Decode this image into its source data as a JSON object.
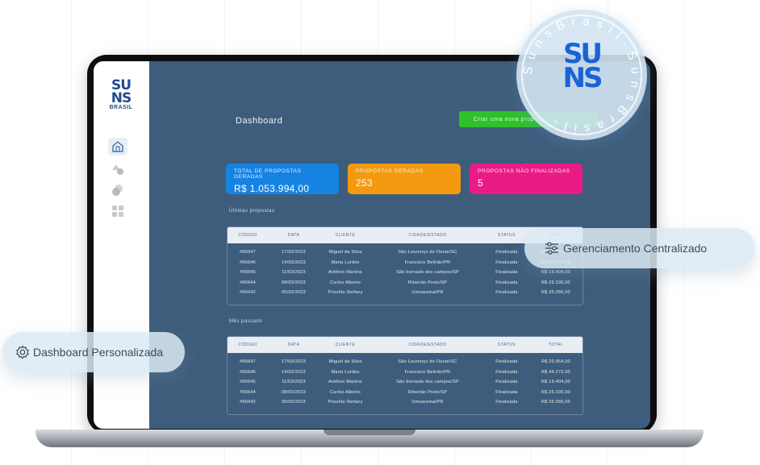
{
  "brand": {
    "logo_text": "SU NS",
    "logo_sub": "BRASIL",
    "seal_text": "S u n s   B r a s i l   -   S u n s   B r a s i l   -",
    "seal_logo": "SU NS"
  },
  "sidebar": {
    "items": [
      {
        "icon": "home-icon",
        "active": true
      },
      {
        "icon": "shapes-icon",
        "active": false
      },
      {
        "icon": "layers-icon",
        "active": false
      },
      {
        "icon": "grid-icon",
        "active": false
      }
    ]
  },
  "main": {
    "title": "Dashboard",
    "cta_label": "Criar uma nova proposta",
    "cards": [
      {
        "label": "TOTAL DE PROPOSTAS GERADAS",
        "value": "R$ 1.053.994,00",
        "color": "#1683e3"
      },
      {
        "label": "PROPOSTAS GERADAS",
        "value": "253",
        "color": "#f39a10"
      },
      {
        "label": "PROPOSTAS NÃO FINALIZADAS",
        "value": "5",
        "color": "#ea1b87"
      }
    ],
    "columns": [
      "CÓDIGO",
      "DATA",
      "CLIENTE",
      "CIDADE/ESTADO",
      "STATUS",
      "TOTAL"
    ],
    "sections": [
      {
        "label": "Últimas propostas",
        "rows": [
          [
            "#95647",
            "17/03/2023",
            "Miguel da Silva",
            "São Lourenço do Oeste/SC",
            "Finalizada",
            "R$ 20.954,00"
          ],
          [
            "#95646",
            "14/03/2023",
            "Maria Lurdes",
            "Francisco Beltrão/PR",
            "Finalizada",
            "R$ 44.272,00"
          ],
          [
            "#95645",
            "11/03/2023",
            "Antônio Martins",
            "São bernado dos campos/SP",
            "Finalizada",
            "R$ 15.404,00"
          ],
          [
            "#95644",
            "08/03/2023",
            "Carlos Alberto",
            "Ribeirão Preto/SP",
            "Finalizada",
            "R$ 26.330,00"
          ],
          [
            "#95642",
            "05/03/2023",
            "Priscilla Stefany",
            "Umuarama/PR",
            "Finalizada",
            "R$ 35.056,00"
          ]
        ]
      },
      {
        "label": "Mês passado",
        "rows": [
          [
            "#95647",
            "17/03/2023",
            "Miguel da Silva",
            "São Lourenço do Oeste/SC",
            "Finalizada",
            "R$ 20.954,00"
          ],
          [
            "#95646",
            "14/03/2023",
            "Maria Lurdes",
            "Francisco Beltrão/PR",
            "Finalizada",
            "R$ 44.272,00"
          ],
          [
            "#95645",
            "11/03/2023",
            "Antônio Martins",
            "São bernado dos campos/SP",
            "Finalizada",
            "R$ 15.404,00"
          ],
          [
            "#95644",
            "08/03/2023",
            "Carlos Alberto",
            "Ribeirão Preto/SP",
            "Finalizada",
            "R$ 26.330,00"
          ],
          [
            "#95642",
            "05/03/2023",
            "Priscilla Stefany",
            "Umuarama/PR",
            "Finalizada",
            "R$ 35.056,00"
          ]
        ]
      }
    ]
  },
  "badges": {
    "feature_1": "Gerenciamento Centralizado",
    "feature_2": "Dashboard Personalizada"
  }
}
